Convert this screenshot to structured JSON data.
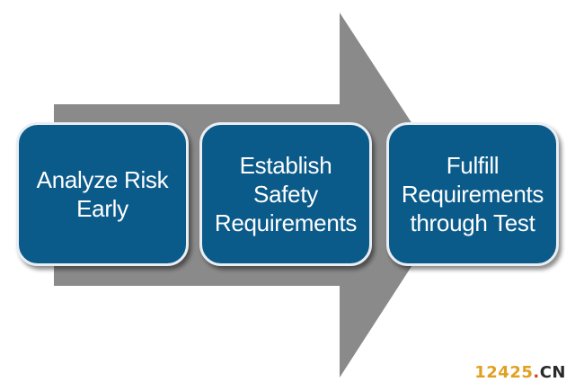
{
  "diagram": {
    "arrow_color": "#8a8a8a",
    "box_color": "#0a5a8a",
    "steps": [
      {
        "lines": [
          "Analyze Risk",
          "Early"
        ]
      },
      {
        "lines": [
          "Establish",
          "Safety",
          "Requirements"
        ]
      },
      {
        "lines": [
          "Fulfill",
          "Requirements",
          "through Test"
        ]
      }
    ]
  },
  "watermark": {
    "number": "12425",
    "dot": ".",
    "tld": "CN"
  }
}
